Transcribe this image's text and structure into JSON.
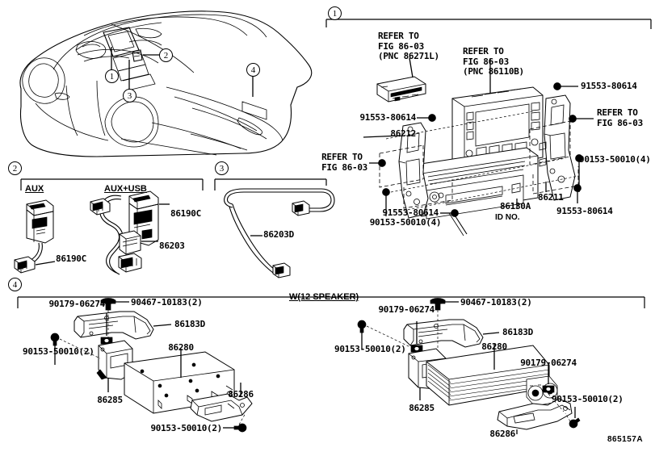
{
  "document": {
    "title": "Toyota / Lexus Electronic Parts Catalog Illustration",
    "figure_code": "865157A"
  },
  "vehicle_view": {
    "name": "vehicle-overview",
    "callouts": [
      {
        "id": "1",
        "label": "1"
      },
      {
        "id": "2",
        "label": "2"
      },
      {
        "id": "3",
        "label": "3"
      },
      {
        "id": "4",
        "label": "4"
      }
    ]
  },
  "panels": [
    {
      "number": "1",
      "name": "panel-1-radio-receiver",
      "labels": [
        {
          "id": "p1-refer-86271l",
          "text": "REFER TO\nFIG 86-03\n(PNC 86271L)"
        },
        {
          "id": "p1-refer-86110b",
          "text": "REFER TO\nFIG 86-03\n(PNC 86110B)"
        },
        {
          "id": "p1-bolt-tr",
          "text": "91553-80614"
        },
        {
          "id": "p1-refer-right",
          "text": "REFER TO\nFIG 86-03"
        },
        {
          "id": "p1-screw-right",
          "text": "90153-50010(4)"
        },
        {
          "id": "p1-bolt-left",
          "text": "91553-80614"
        },
        {
          "id": "p1-bracket-left",
          "text": "86212"
        },
        {
          "id": "p1-refer-left",
          "text": "REFER TO\nFIG 86-03"
        },
        {
          "id": "p1-screw-bottom-left",
          "text": "90153-50010(4)"
        },
        {
          "id": "p1-bolt-bottom",
          "text": "91553-80614"
        },
        {
          "id": "p1-receiver",
          "text": "86130A"
        },
        {
          "id": "p1-idno",
          "text": "ID NO."
        },
        {
          "id": "p1-bracket-right",
          "text": "86211"
        },
        {
          "id": "p1-bolt-bottom-right",
          "text": "91553-80614"
        }
      ]
    },
    {
      "number": "2",
      "name": "panel-2-aux-usb-adapter",
      "headings": [
        {
          "id": "p2-head-aux",
          "text": "AUX"
        },
        {
          "id": "p2-head-auxusb",
          "text": "AUX+USB"
        }
      ],
      "labels": [
        {
          "id": "p2-aux-jack",
          "text": "86190C"
        },
        {
          "id": "p2-auxusb-jack",
          "text": "86190C"
        },
        {
          "id": "p2-usb-cord",
          "text": "86203"
        }
      ]
    },
    {
      "number": "3",
      "name": "panel-3-usb-cord",
      "labels": [
        {
          "id": "p3-cord",
          "text": "86203D"
        }
      ]
    },
    {
      "number": "4",
      "name": "panel-4-amplifier",
      "headings": [
        {
          "id": "p4-head-12speaker",
          "text": "W(12 SPEAKER)"
        }
      ],
      "left_labels": [
        {
          "id": "p4l-grommet",
          "text": "90179-06274"
        },
        {
          "id": "p4l-clip",
          "text": "90467-10183(2)"
        },
        {
          "id": "p4l-bracket-top",
          "text": "86183D"
        },
        {
          "id": "p4l-screw-left",
          "text": "90153-50010(2)"
        },
        {
          "id": "p4l-bracket-side",
          "text": "86285"
        },
        {
          "id": "p4l-amplifier",
          "text": "86280"
        },
        {
          "id": "p4l-bracket-rear",
          "text": "86286"
        },
        {
          "id": "p4l-screw-bottom",
          "text": "90153-50010(2)"
        }
      ],
      "right_labels": [
        {
          "id": "p4r-grommet",
          "text": "90179-06274"
        },
        {
          "id": "p4r-clip",
          "text": "90467-10183(2)"
        },
        {
          "id": "p4r-bracket-top",
          "text": "86183D"
        },
        {
          "id": "p4r-screw-left",
          "text": "90153-50010(2)"
        },
        {
          "id": "p4r-bracket-side",
          "text": "86285"
        },
        {
          "id": "p4r-amplifier",
          "text": "86280"
        },
        {
          "id": "p4r-grommet-2",
          "text": "90179-06274"
        },
        {
          "id": "p4r-screw-right",
          "text": "90153-50010(2)"
        },
        {
          "id": "p4r-bracket-rear",
          "text": "86286"
        }
      ]
    }
  ]
}
